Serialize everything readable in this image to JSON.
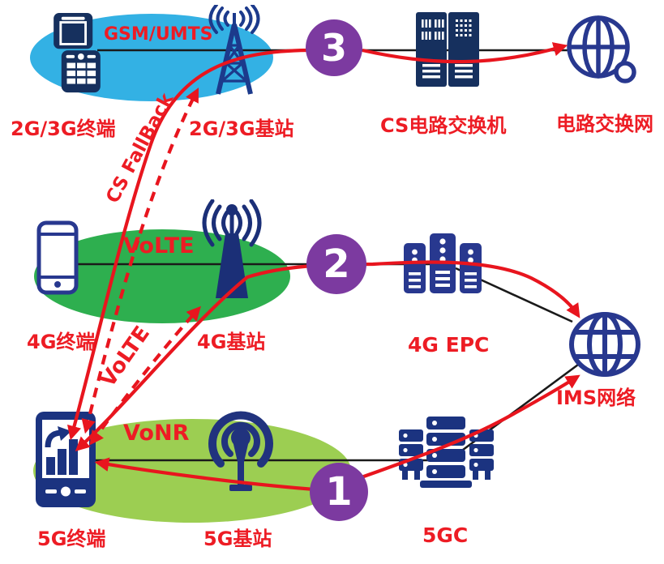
{
  "rows": [
    {
      "generation": "2G/3G",
      "coverage": "GSM/UMTS",
      "terminal": "2G/3G终端",
      "base_station": "2G/3G基站",
      "core": "CS电路交换机",
      "network": "电路交换网",
      "step": "3"
    },
    {
      "generation": "4G",
      "coverage": "VoLTE",
      "terminal": "4G终端",
      "base_station": "4G基站",
      "core": "4G EPC",
      "step": "2"
    },
    {
      "generation": "5G",
      "coverage": "VoNR",
      "terminal": "5G终端",
      "base_station": "5G基站",
      "core": "5GC",
      "step": "1"
    }
  ],
  "shared": {
    "ims_network": "IMS网络"
  },
  "arrows": {
    "cs_fallback_label": "CS FallBack",
    "volte_label": "VoLTE"
  },
  "colors": {
    "red_accent": "#ED1C24",
    "navy_dark": "#16305E",
    "navy_royal": "#28388F",
    "cyan_coverage": "#33B1E4",
    "green_4g": "#2EAF4F",
    "green_5g": "#9CCE52",
    "purple_step": "#7C3AA0",
    "line_black": "#1A1A1A"
  }
}
